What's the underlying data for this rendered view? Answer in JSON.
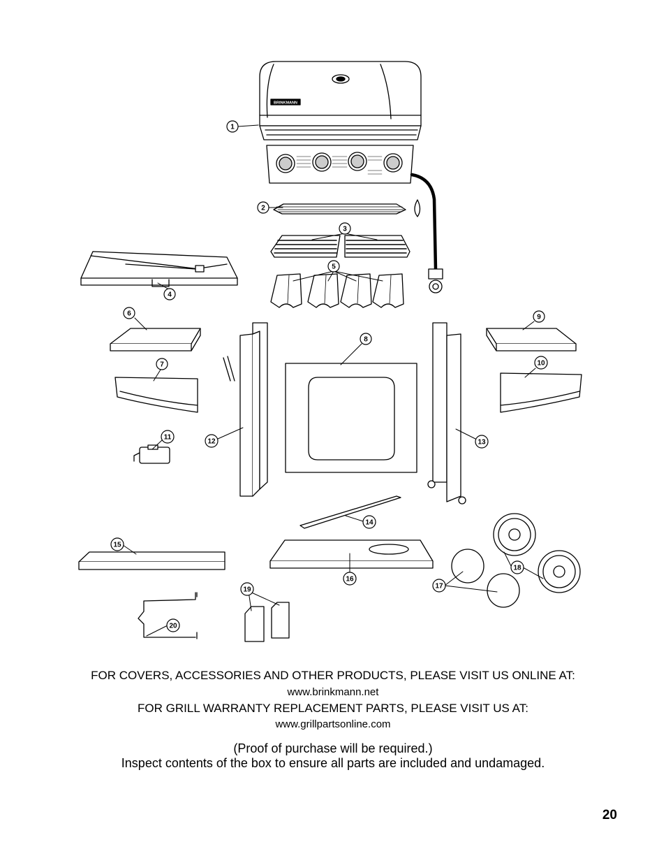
{
  "document": {
    "footer": {
      "covers_line": "FOR COVERS, ACCESSORIES AND OTHER PRODUCTS, PLEASE VISIT US ONLINE AT:",
      "covers_url": "www.brinkmann.net",
      "warranty_line": "FOR GRILL WARRANTY REPLACEMENT PARTS, PLEASE VISIT US AT:",
      "warranty_url": "www.grillpartsonline.com",
      "proof_note": "(Proof of purchase will be required.)",
      "inspect_note": "Inspect contents of the box to ensure all parts are included and undamaged."
    },
    "page_number": "20"
  },
  "diagram": {
    "brand_text": "BRINKMANN",
    "callouts": [
      "1",
      "2",
      "3",
      "4",
      "5",
      "6",
      "7",
      "8",
      "9",
      "10",
      "11",
      "12",
      "13",
      "14",
      "15",
      "16",
      "17",
      "18",
      "19",
      "20"
    ]
  }
}
